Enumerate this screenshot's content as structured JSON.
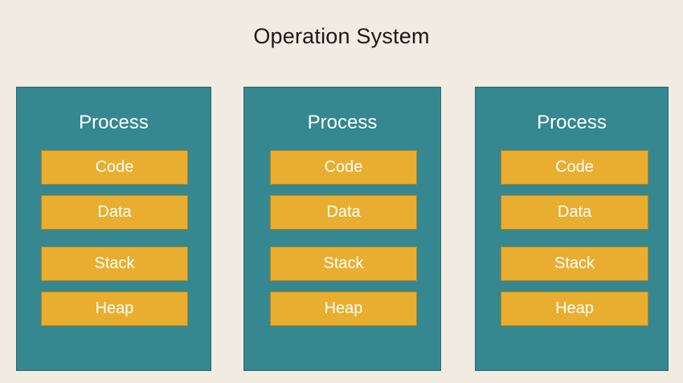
{
  "diagram": {
    "title": "Operation System",
    "background_color": "#f2ebe1",
    "process_color": "#35888f",
    "segment_color": "#e9ae30",
    "text_color": "#ffffff",
    "title_color": "#1a1a1a",
    "processes": [
      {
        "label": "Process",
        "segments": [
          {
            "label": "Code"
          },
          {
            "label": "Data"
          },
          {
            "label": "Stack"
          },
          {
            "label": "Heap"
          }
        ]
      },
      {
        "label": "Process",
        "segments": [
          {
            "label": "Code"
          },
          {
            "label": "Data"
          },
          {
            "label": "Stack"
          },
          {
            "label": "Heap"
          }
        ]
      },
      {
        "label": "Process",
        "segments": [
          {
            "label": "Code"
          },
          {
            "label": "Data"
          },
          {
            "label": "Stack"
          },
          {
            "label": "Heap"
          }
        ]
      }
    ]
  }
}
